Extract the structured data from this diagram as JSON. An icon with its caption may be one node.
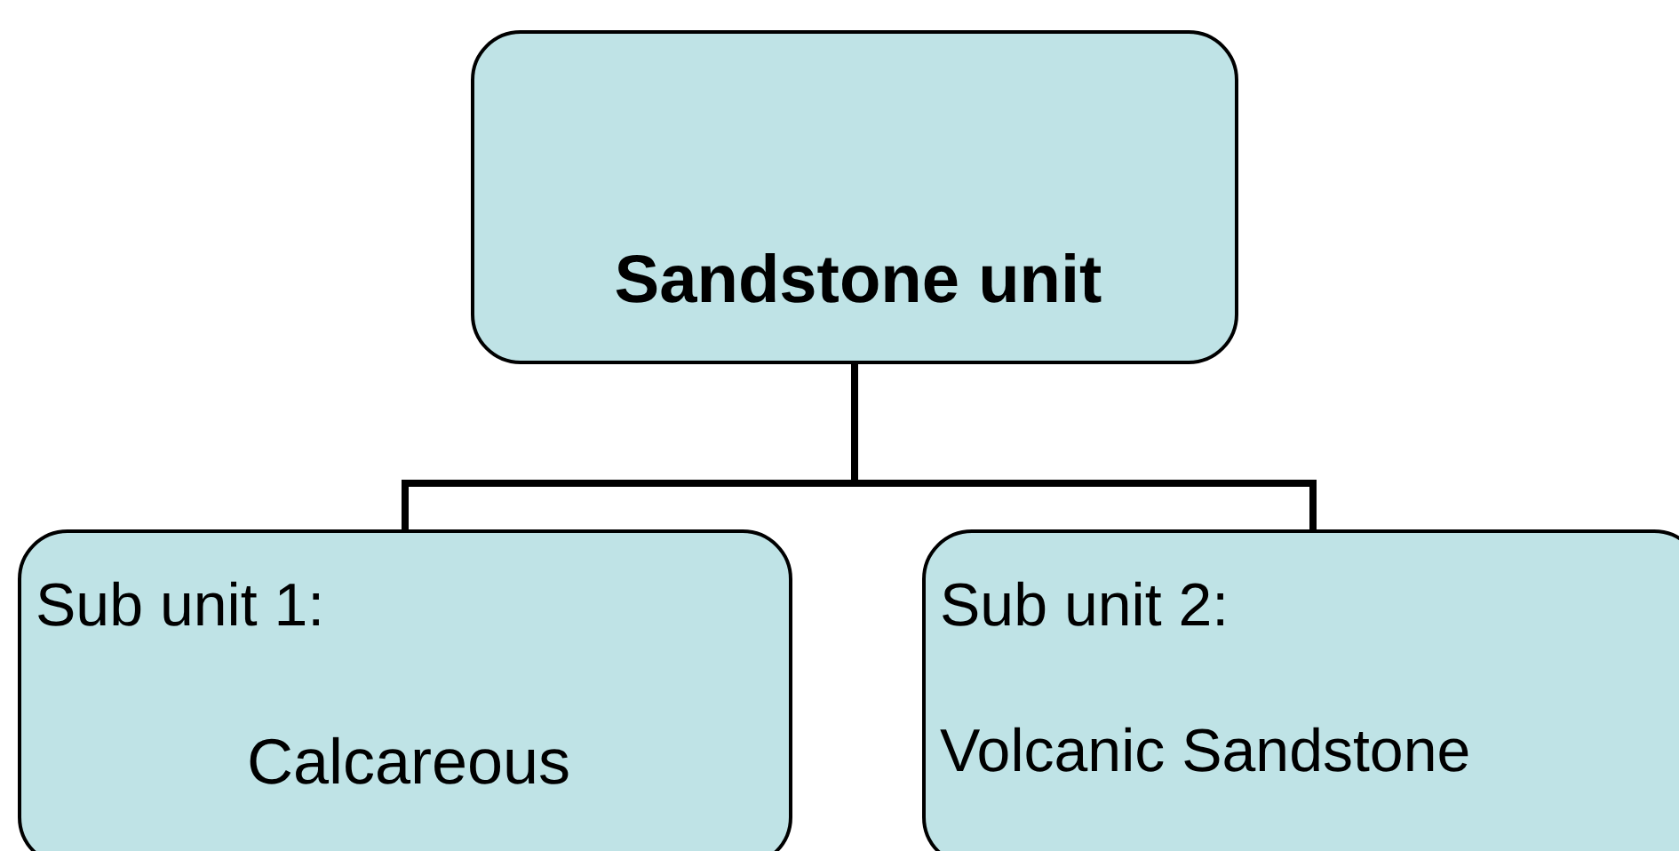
{
  "diagram": {
    "nodes": [
      {
        "text": [
          "Sandstone unit"
        ]
      },
      {
        "text": [
          "Sub unit 1:",
          "Calcareous"
        ]
      },
      {
        "text": [
          "Sub unit 2:",
          "Volcanic Sandstone"
        ]
      }
    ],
    "edges": [
      {
        "from": 0,
        "to": 1,
        "arrow": "none"
      },
      {
        "from": 0,
        "to": 2,
        "arrow": "none"
      }
    ]
  }
}
